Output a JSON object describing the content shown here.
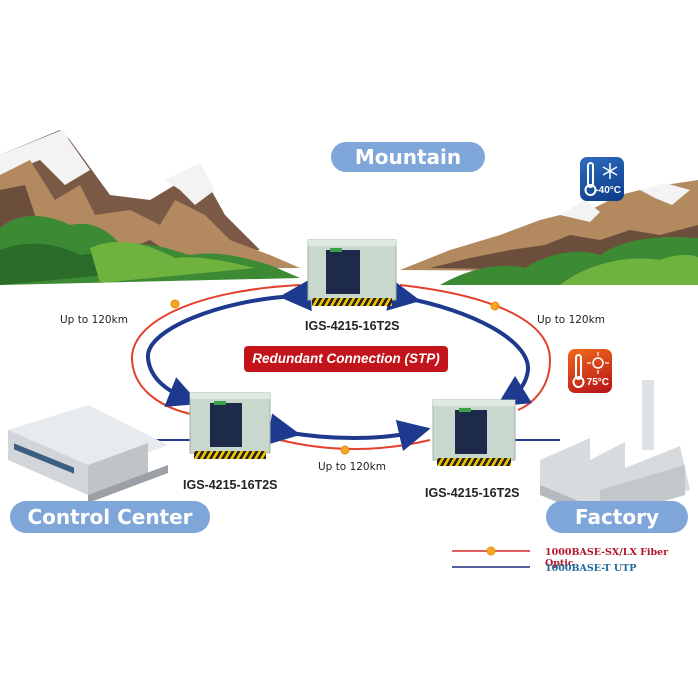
{
  "diagram": {
    "title": "Redundant ring topology across Mountain, Control Center and Factory sites",
    "locations": {
      "mountain": "Mountain",
      "control_center": "Control Center",
      "factory": "Factory"
    },
    "temperatures": {
      "cold": {
        "value": "-40°C",
        "icon": "thermometer-snowflake-icon",
        "color": "#1f5cb0"
      },
      "hot": {
        "value": "75°C",
        "icon": "thermometer-sun-icon",
        "color": "#d8301a"
      }
    },
    "switches": [
      {
        "id": "top",
        "model": "IGS-4215-16T2S"
      },
      {
        "id": "left",
        "model": "IGS-4215-16T2S"
      },
      {
        "id": "right",
        "model": "IGS-4215-16T2S"
      }
    ],
    "distances": {
      "left": "Up to 120km",
      "right": "Up to 120km",
      "bottom": "Up to 120km"
    },
    "ring_label": "Redundant Connection (STP)",
    "legend": [
      {
        "label": "1000BASE-SX/LX Fiber Optic",
        "color": "#d8262b",
        "marker": "fiber-connector"
      },
      {
        "label": "1000BASE-T UTP",
        "color": "#1b2f7a"
      }
    ],
    "colors": {
      "fiber": "#e2412e",
      "utp_arrow": "#1d3a8f",
      "pill": "#7fa6d8",
      "stp_badge": "#c3141b"
    }
  }
}
